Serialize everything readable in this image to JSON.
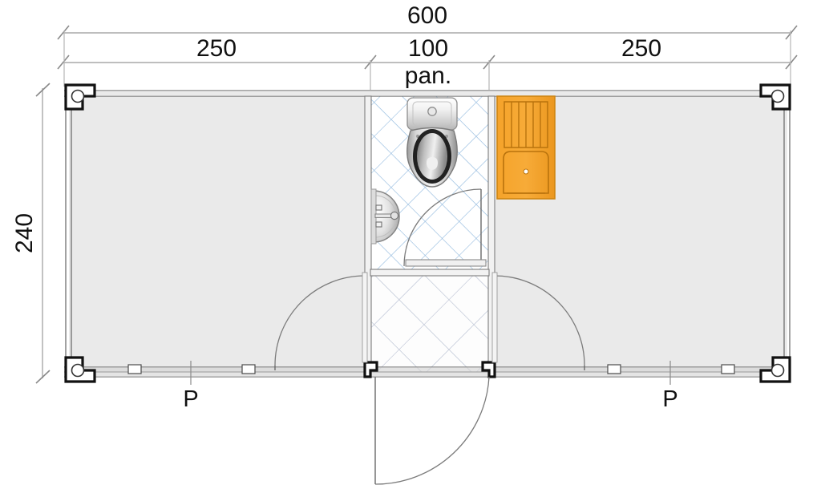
{
  "drawing": {
    "type": "architectural-floor-plan",
    "title_shown": false,
    "units_note": "cm (implied)",
    "colors": {
      "room_fill": "#eaeaea",
      "tile_hatch": "#8fb8de",
      "tile_hatch_light": "#b9c3d6",
      "kitchenette_orange": "#f5a32a",
      "kitchenette_orange_dark": "#d9821a",
      "dimension_line": "#a9a9a9",
      "wall_line": "#6f6f6f",
      "text": "#111111",
      "background": "#ffffff"
    }
  },
  "dimensions": {
    "overall": {
      "top_label": "600",
      "left_label": "240"
    },
    "segments": [
      {
        "label": "250"
      },
      {
        "label": "100"
      },
      {
        "label": "250"
      }
    ],
    "room_label": "pan."
  },
  "annotations": {
    "post_left": "P",
    "post_right": "P"
  },
  "fixtures": {
    "toilet": "toilet-fixture",
    "washbasin": "washbasin-fixture",
    "kitchenette": "kitchenette-sink-unit"
  },
  "icons": {
    "corner_casting": "corner-casting-icon",
    "door_swing": "door-swing-icon",
    "panel_joint": "panel-joint-icon"
  }
}
